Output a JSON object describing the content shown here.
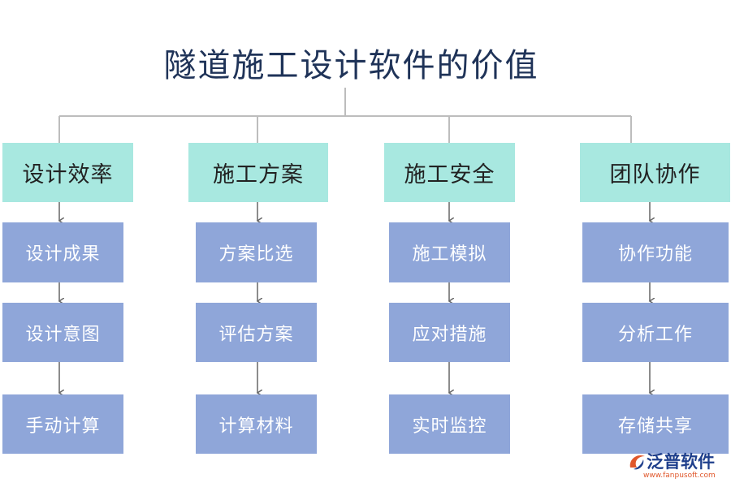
{
  "title": "隧道施工设计软件的价值",
  "columns": [
    {
      "heading": "设计效率",
      "items": [
        "设计成果",
        "设计意图",
        "手动计算"
      ]
    },
    {
      "heading": "施工方案",
      "items": [
        "方案比选",
        "评估方案",
        "计算材料"
      ]
    },
    {
      "heading": "施工安全",
      "items": [
        "施工模拟",
        "应对措施",
        "实时监控"
      ]
    },
    {
      "heading": "团队协作",
      "items": [
        "协作功能",
        "分析工作",
        "存储共享"
      ]
    }
  ],
  "logo": {
    "name": "泛普软件",
    "url": "www.fanpusoft.com"
  },
  "colors": {
    "heading_fill": "#a8e8e0",
    "item_fill": "#8fa6d9",
    "title": "#1f3358",
    "connector": "#bdbdbd"
  }
}
